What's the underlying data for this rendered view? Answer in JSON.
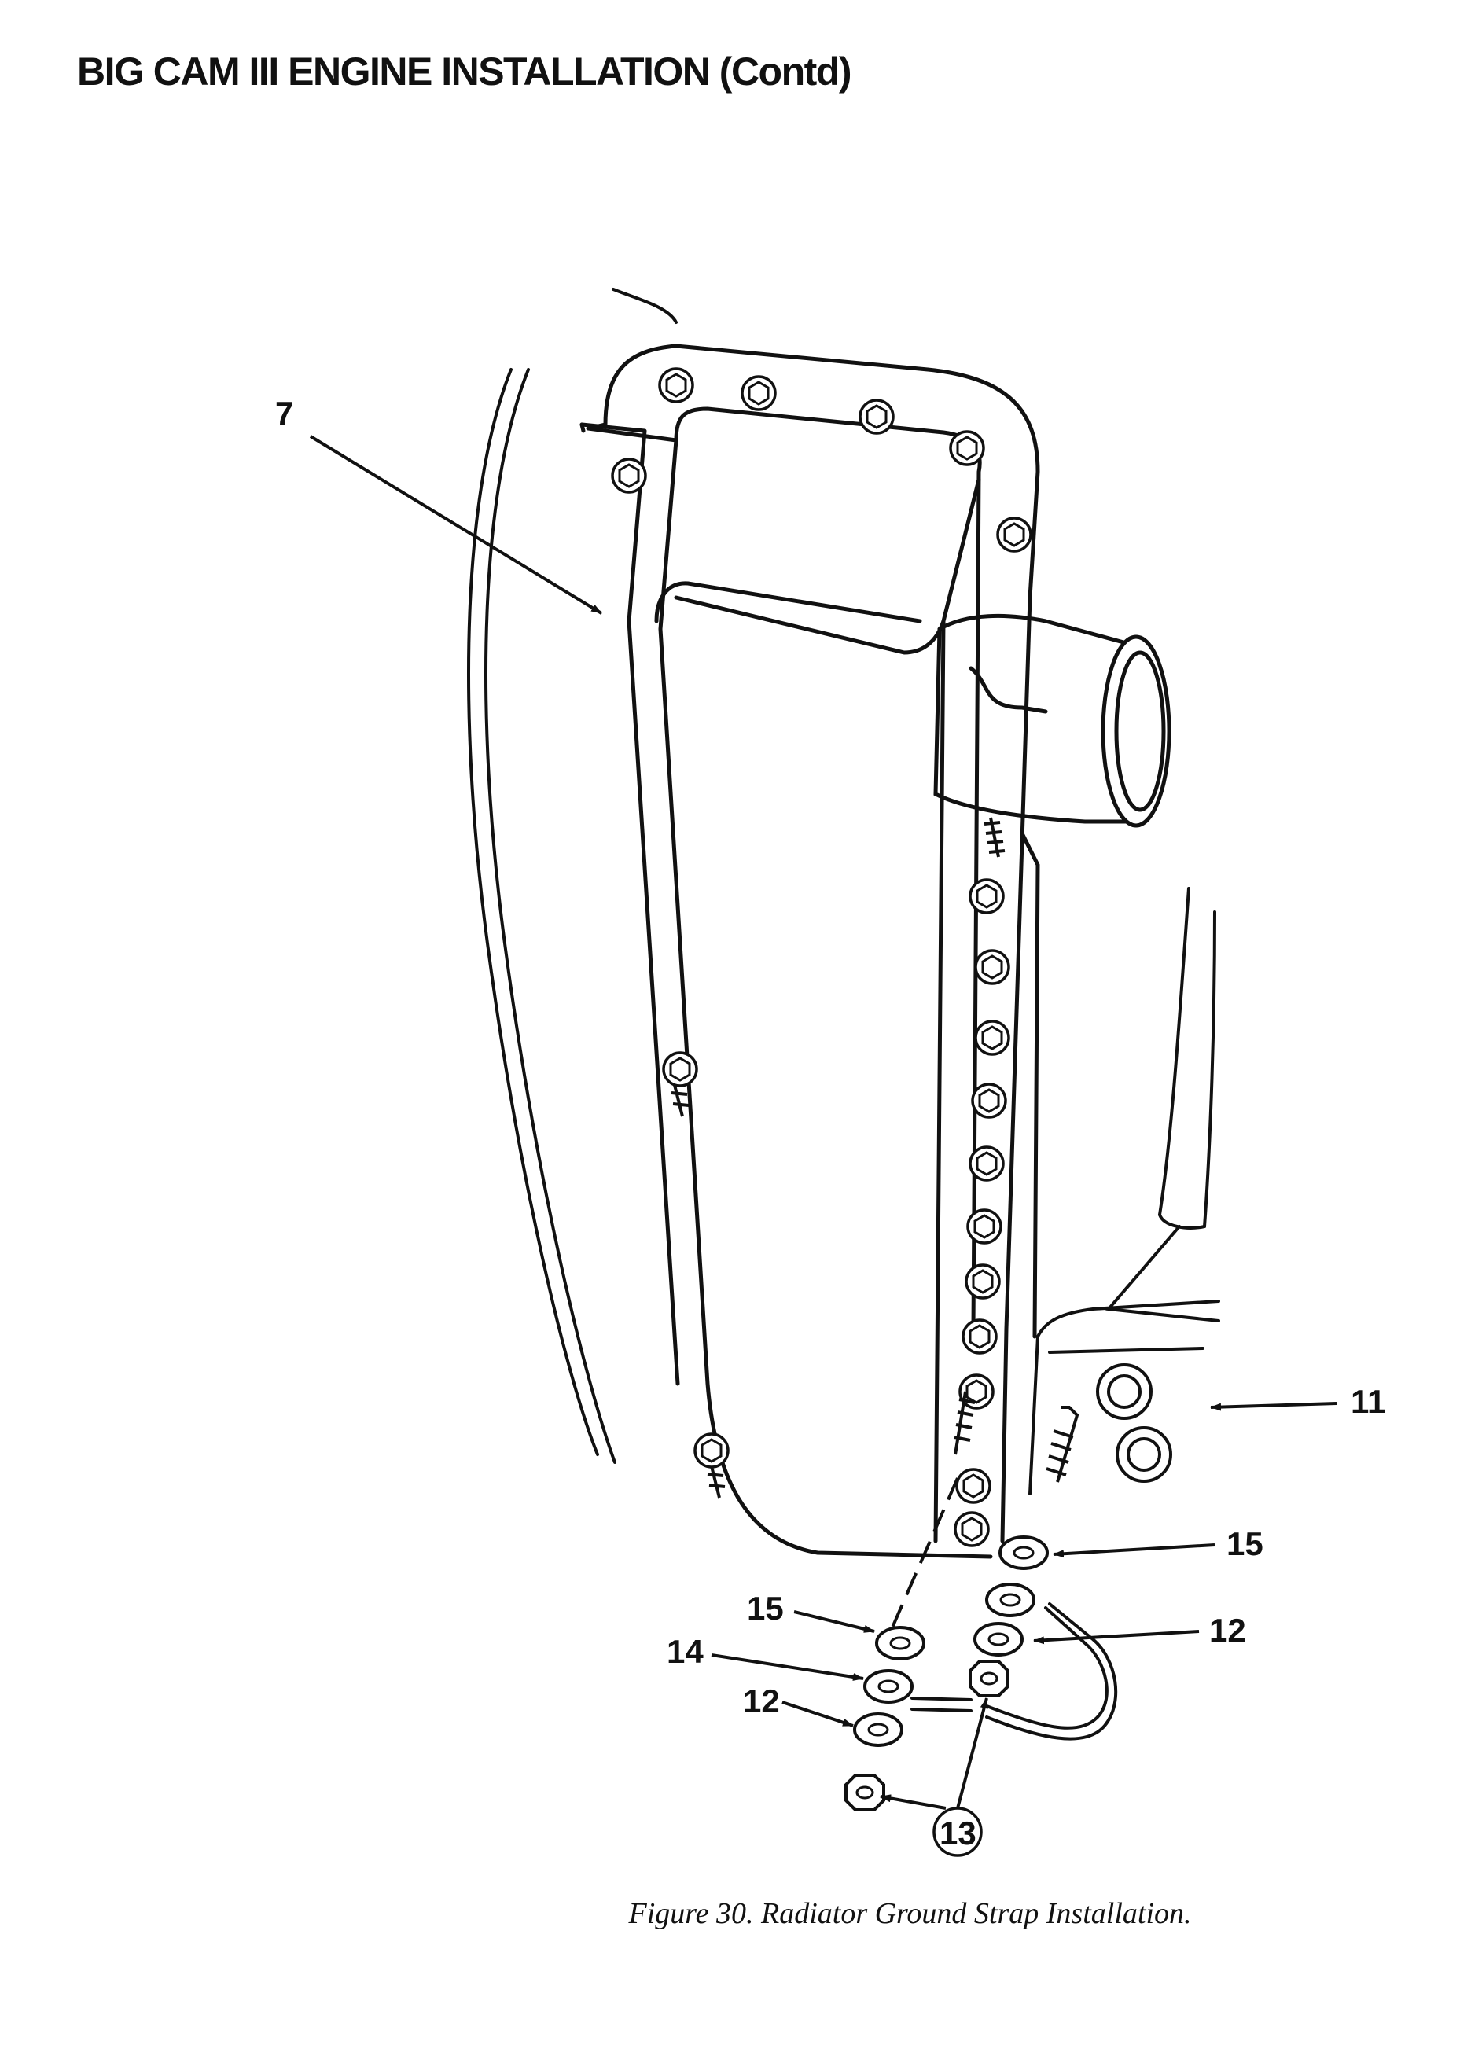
{
  "header": {
    "title": "BIG CAM III ENGINE INSTALLATION (Contd)"
  },
  "figure": {
    "caption": "Figure 30.  Radiator Ground Strap Installation.",
    "callouts": {
      "c7": "7",
      "c11": "11",
      "c15a": "15",
      "c15b": "15",
      "c12a": "12",
      "c12b": "12",
      "c14": "14",
      "c13": "13"
    }
  }
}
